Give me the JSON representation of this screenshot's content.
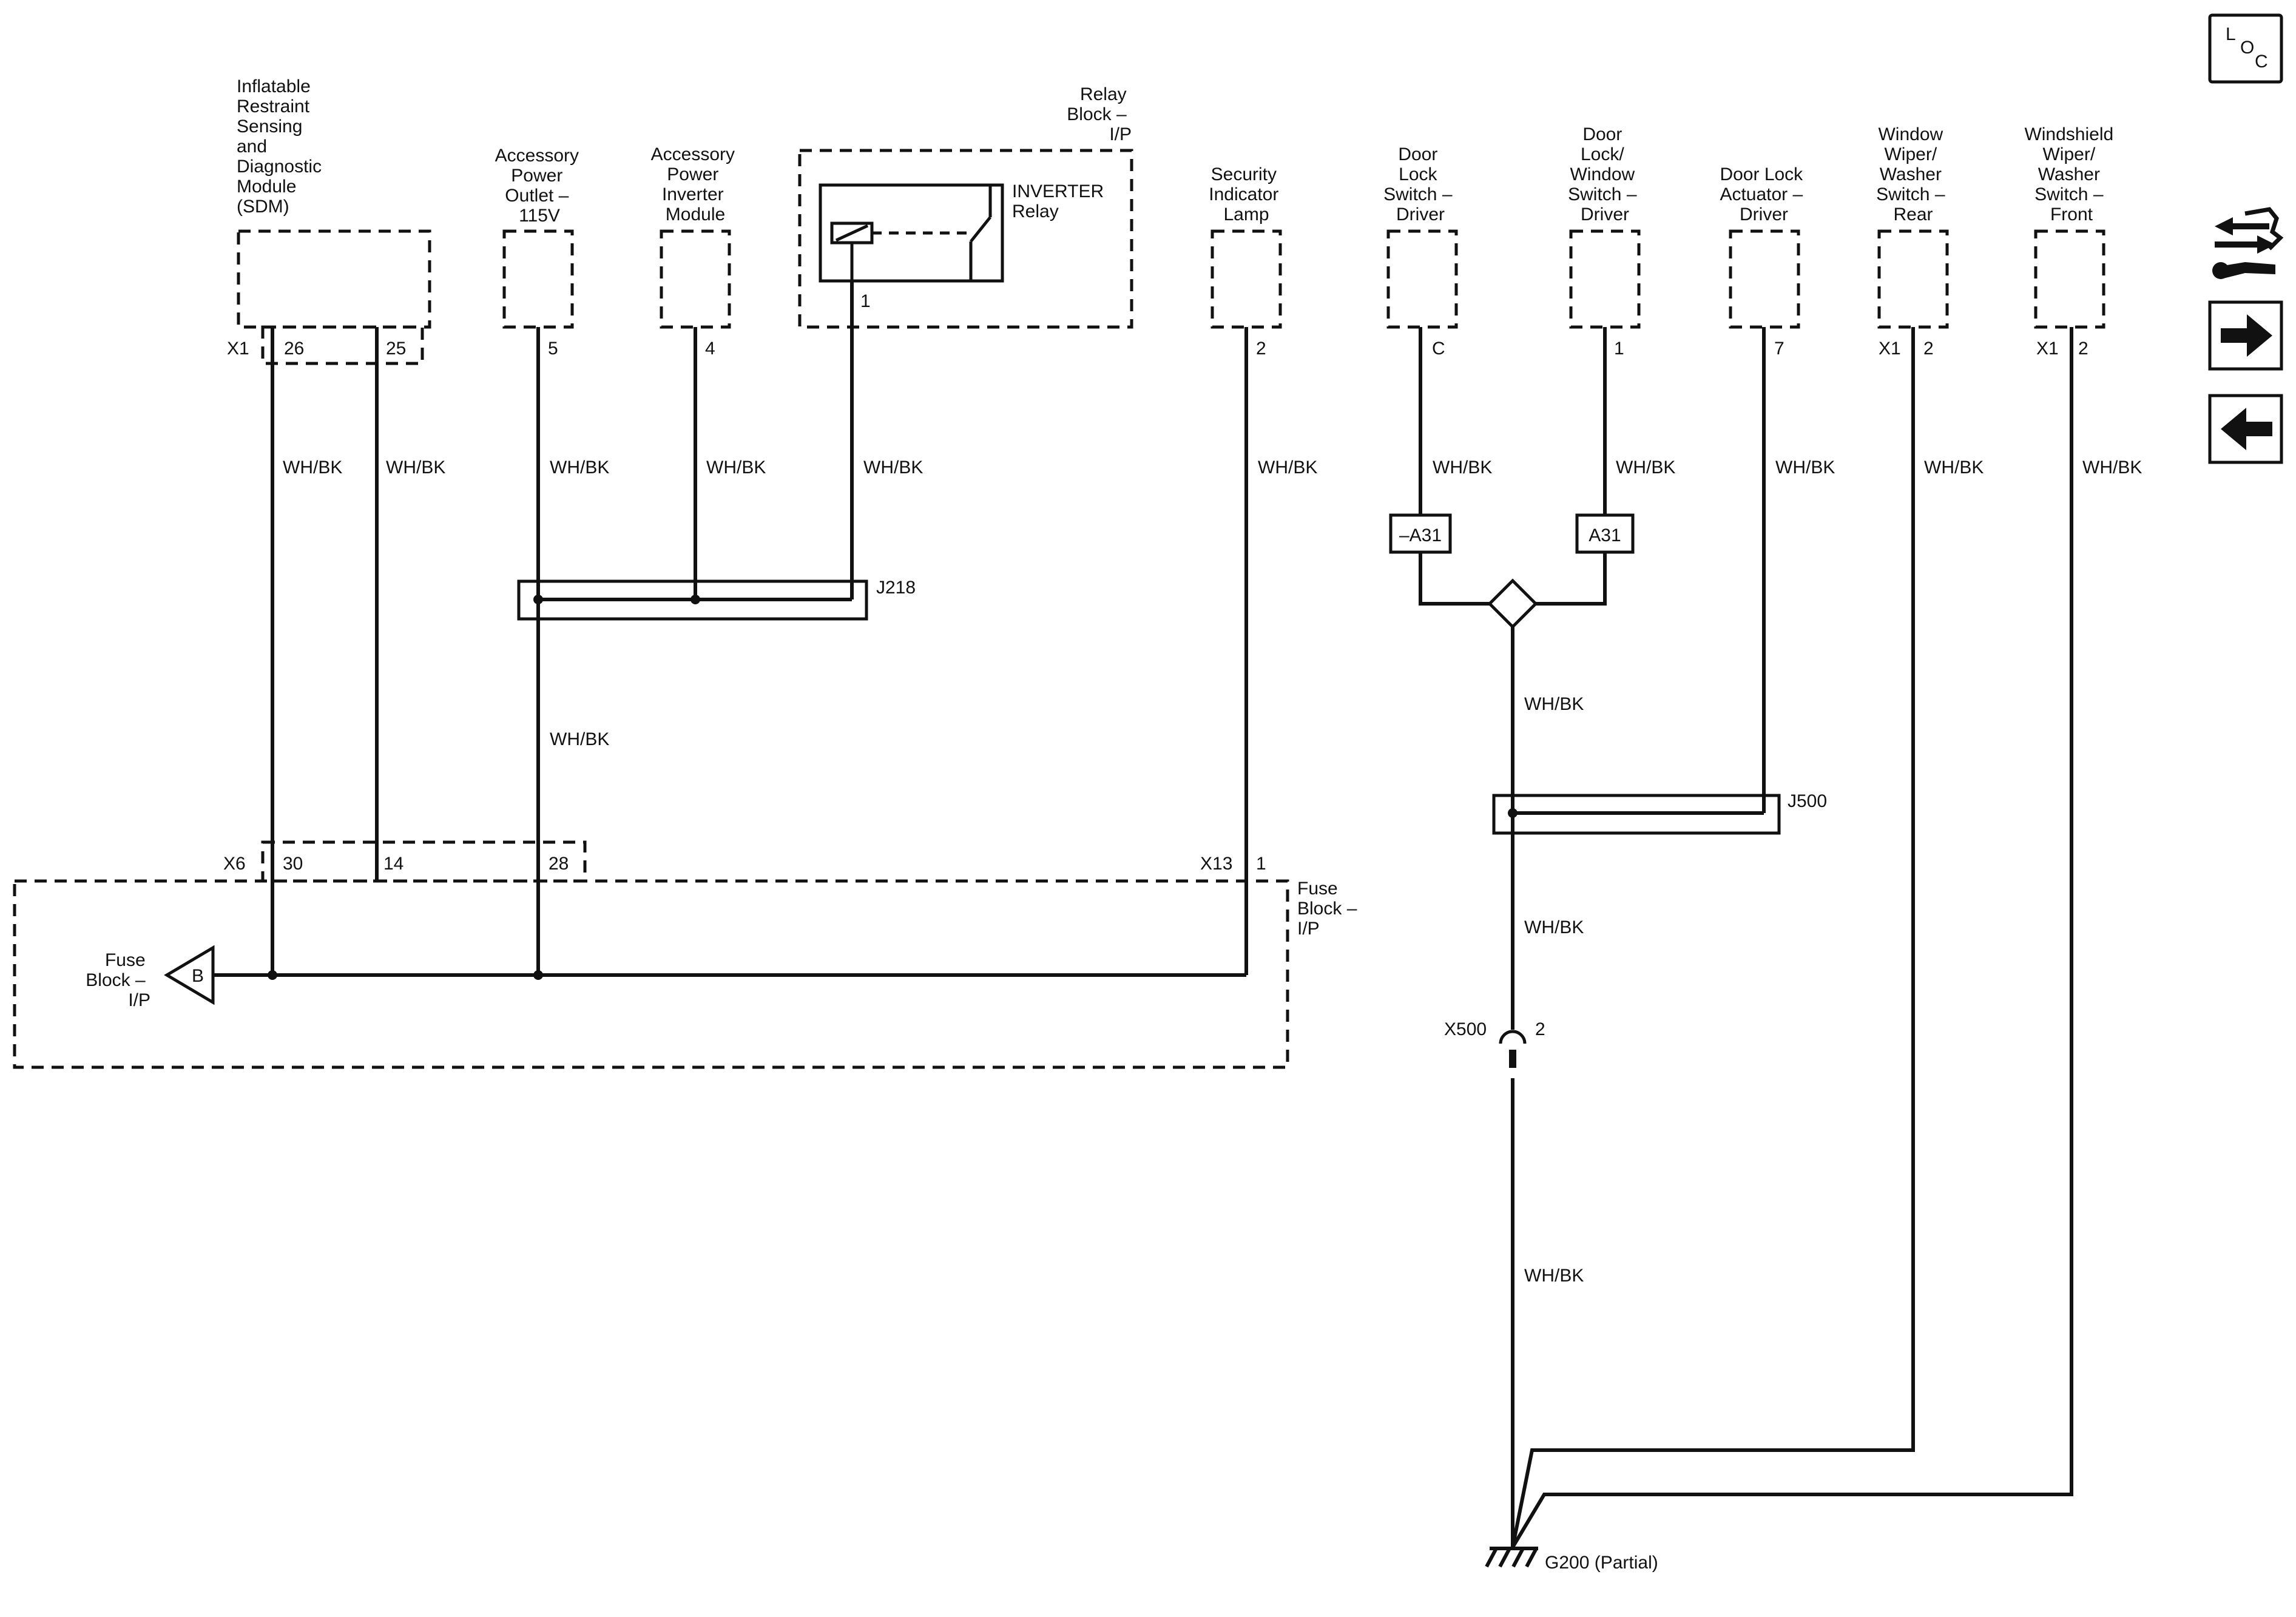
{
  "components": {
    "sdm": [
      "Inflatable",
      "Restraint",
      "Sensing",
      "and",
      "Diagnostic",
      "Module",
      "(SDM)"
    ],
    "outlet": [
      "Accessory",
      "Power",
      "Outlet –",
      "115V"
    ],
    "inverter_module": [
      "Accessory",
      "Power",
      "Inverter",
      "Module"
    ],
    "relay_block": [
      "Relay",
      "Block –",
      "I/P"
    ],
    "relay": [
      "INVERTER",
      "Relay"
    ],
    "security_lamp": [
      "Security",
      "Indicator",
      "Lamp"
    ],
    "door_lock_switch": [
      "Door",
      "Lock",
      "Switch –",
      "Driver"
    ],
    "door_lock_window_switch": [
      "Door",
      "Lock/",
      "Window",
      "Switch –",
      "Driver"
    ],
    "door_lock_actuator": [
      "Door Lock",
      "Actuator –",
      "Driver"
    ],
    "wiper_rear": [
      "Window",
      "Wiper/",
      "Washer",
      "Switch –",
      "Rear"
    ],
    "wiper_front": [
      "Windshield",
      "Wiper/",
      "Washer",
      "Switch –",
      "Front"
    ],
    "fuse_block_title": [
      "Fuse",
      "Block –",
      "I/P"
    ],
    "fuse_block_ref": [
      "Fuse",
      "Block –",
      "I/P"
    ]
  },
  "pins": {
    "sdm_connector": "X1",
    "sdm_a": "26",
    "sdm_b": "25",
    "outlet": "5",
    "inverter_module": "4",
    "relay": "1",
    "security_lamp": "2",
    "door_lock_switch": "C",
    "door_lock_window_switch": "1",
    "door_lock_actuator": "7",
    "wiper_rear_connector": "X1",
    "wiper_rear": "2",
    "wiper_front_connector": "X1",
    "wiper_front": "2",
    "fuse_x6": "X6",
    "fuse_30": "30",
    "fuse_14": "14",
    "fuse_28": "28",
    "fuse_x13": "X13",
    "fuse_1": "1",
    "x500": "X500",
    "x500_pin": "2"
  },
  "wire_color": "WH/BK",
  "splices": {
    "j218": "J218",
    "j500": "J500"
  },
  "options": {
    "opt_a": "–A31",
    "opt_b": "A31"
  },
  "fuse_ref_letter": "B",
  "ground": "G200 (Partial)",
  "loc_button": {
    "l": "L",
    "o": "O",
    "c": "C"
  }
}
